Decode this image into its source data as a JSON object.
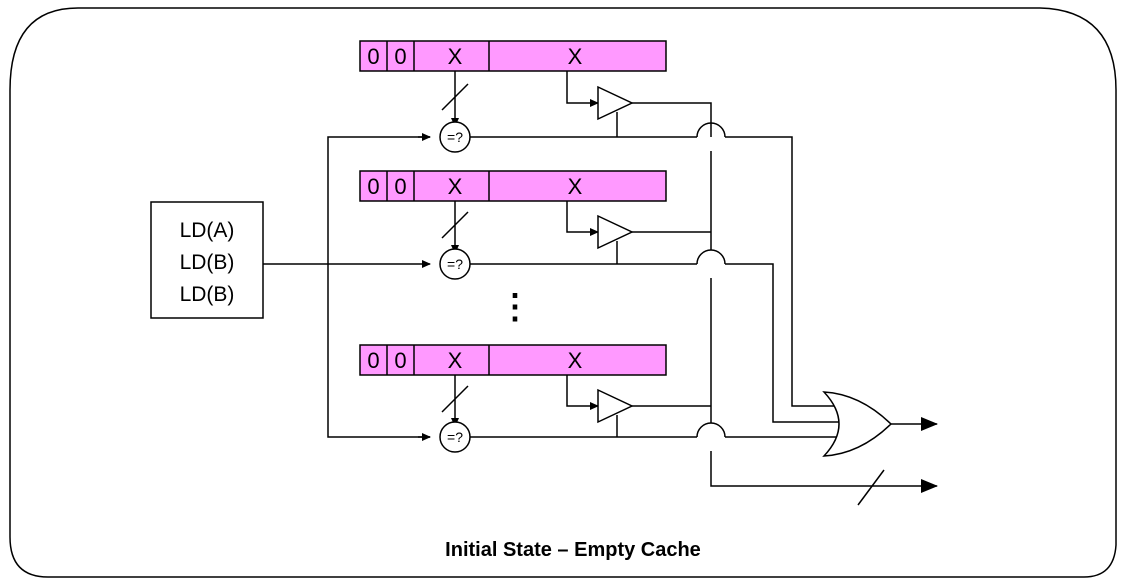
{
  "caption": "Initial State – Empty Cache",
  "requests": [
    "LD(A)",
    "LD(B)",
    "LD(B)"
  ],
  "comparator_label": "=?",
  "ellipsis": "⋮",
  "cache_lines": [
    {
      "valid": "0",
      "dirty": "0",
      "tag": "X",
      "data": "X"
    },
    {
      "valid": "0",
      "dirty": "0",
      "tag": "X",
      "data": "X"
    },
    {
      "valid": "0",
      "dirty": "0",
      "tag": "X",
      "data": "X"
    }
  ],
  "colors": {
    "line_fill": "#ff99ff",
    "stroke": "#000000",
    "background": "#ffffff"
  }
}
